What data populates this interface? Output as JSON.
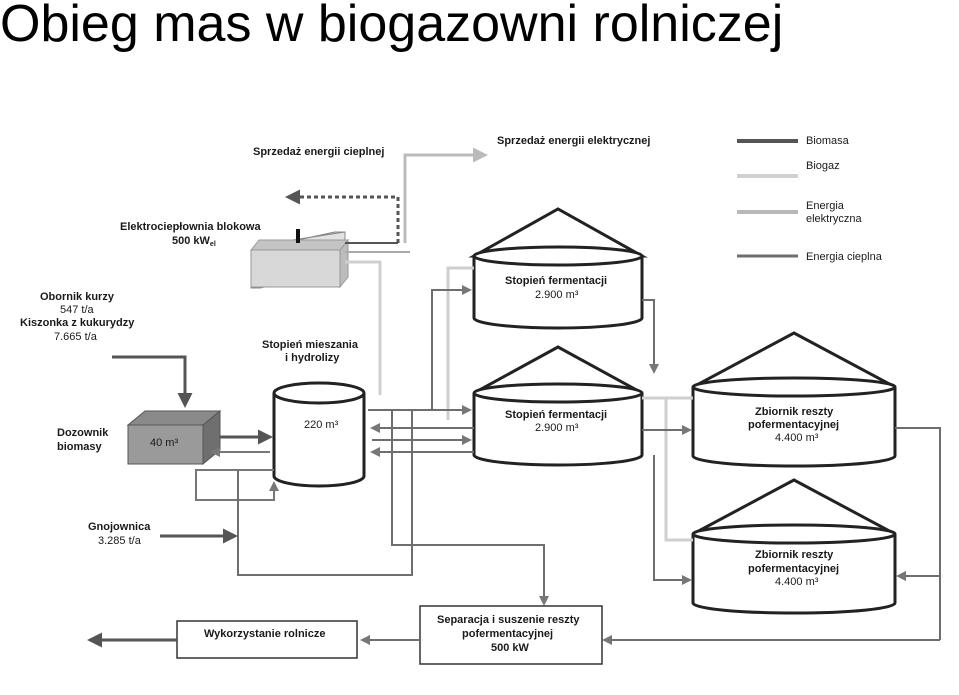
{
  "title": "Obieg mas w biogazowni rolniczej",
  "legend": {
    "biomasa": "Biomasa",
    "biogaz": "Biogaz",
    "energia_elektryczna_1": "Energia",
    "energia_elektryczna_2": "elektryczna",
    "energia_cieplna": "Energia cieplna"
  },
  "colors": {
    "biomasa": "#555555",
    "biogaz": "#c8c8c8",
    "energia_elektryczna": "#b4b4b4",
    "energia_cieplna": "#6e6e6e"
  },
  "labels": {
    "sprzedaz_cieplnej": "Sprzedaż energii cieplnej",
    "sprzedaz_elektrycznej": "Sprzedaż energii elektrycznej",
    "chp_1": "Elektrociepłownia blokowa",
    "chp_2": "500 kW",
    "chp_2_sub": "el",
    "obornik_1": "Obornik kurzy",
    "obornik_2": "547 t/a",
    "obornik_3": "Kiszonka z kukurydzy",
    "obornik_4": "7.665 t/a",
    "mieszanie_1": "Stopień mieszania",
    "mieszanie_2": "i hydrolizy",
    "dozownik_1": "Dozownik",
    "dozownik_2": "biomasy",
    "dozownik_vol": "40 m³",
    "mixer_vol": "220 m³",
    "ferm1_1": "Stopień fermentacji",
    "ferm1_2": "2.900 m³",
    "ferm2_1": "Stopień fermentacji",
    "ferm2_2": "2.900 m³",
    "zb1_1": "Zbiornik reszty",
    "zb1_2": "pofermentacyjnej",
    "zb1_3": "4.400 m³",
    "zb2_1": "Zbiornik reszty",
    "zb2_2": "pofermentacyjnej",
    "zb2_3": "4.400 m³",
    "gnoj_1": "Gnojownica",
    "gnoj_2": "3.285 t/a",
    "separacja_1": "Separacja i suszenie reszty",
    "separacja_2": "pofermentacyjnej",
    "separacja_3": "500 kW",
    "wykorzystanie": "Wykorzystanie rolnicze"
  }
}
